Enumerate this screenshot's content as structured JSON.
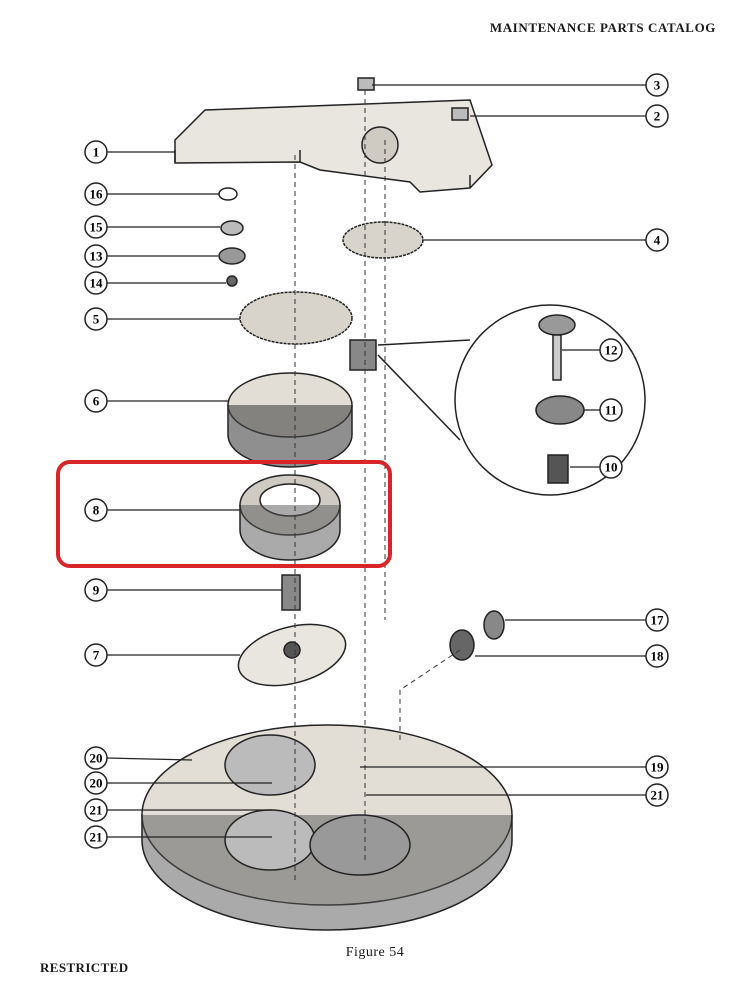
{
  "header": {
    "title": "MAINTENANCE PARTS CATALOG"
  },
  "figure": {
    "caption": "Figure 54",
    "callouts": [
      "1",
      "2",
      "3",
      "4",
      "5",
      "6",
      "7",
      "8",
      "9",
      "10",
      "11",
      "12",
      "13",
      "14",
      "15",
      "16",
      "17",
      "18",
      "19",
      "20",
      "20",
      "21",
      "21",
      "21"
    ],
    "highlight_color": "#d9252a",
    "highlighted_part": "8"
  },
  "footer": {
    "classification": "RESTRICTED"
  }
}
